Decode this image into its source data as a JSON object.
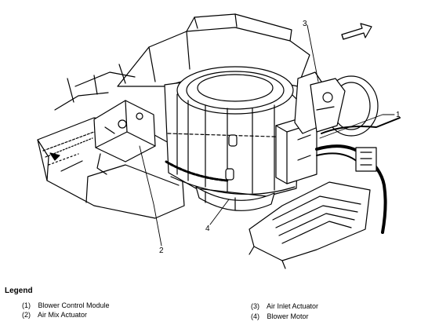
{
  "callouts": [
    "1",
    "2",
    "3",
    "4"
  ],
  "legend": {
    "title": "Legend",
    "items": [
      {
        "num": "(1)",
        "label": "Blower Control Module"
      },
      {
        "num": "(2)",
        "label": "Air Mix Actuator"
      },
      {
        "num": "(3)",
        "label": "Air Inlet Actuator"
      },
      {
        "num": "(4)",
        "label": "Blower Motor"
      }
    ]
  }
}
